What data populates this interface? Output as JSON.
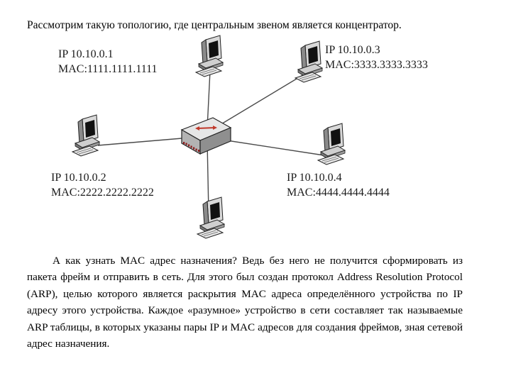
{
  "heading": "Рассмотрим такую топологию, где центральным звеном является концентратор.",
  "nodes": [
    {
      "ip": "IP 10.10.0.1",
      "mac": "MAC:1111.1111.1111"
    },
    {
      "ip": "IP 10.10.0.2",
      "mac": "MAC:2222.2222.2222"
    },
    {
      "ip": "IP 10.10.0.3",
      "mac": "MAC:3333.3333.3333"
    },
    {
      "ip": "IP 10.10.0.4",
      "mac": "MAC:4444.4444.4444"
    }
  ],
  "paragraph": "А как узнать MAC адрес назначения? Ведь без него не получится сформировать из пакета фрейм и отправить в сеть. Для этого был создан протокол Address Resolution Protocol (ARP), целью которого является раскрытия MAC адреса определённого устройства по IP адресу этого устройства. Каждое «разумное» устройство в сети составляет так называемые ARP таблицы, в которых указаны пары IP и MAC адресов для создания фреймов, зная сетевой адрес назначения."
}
